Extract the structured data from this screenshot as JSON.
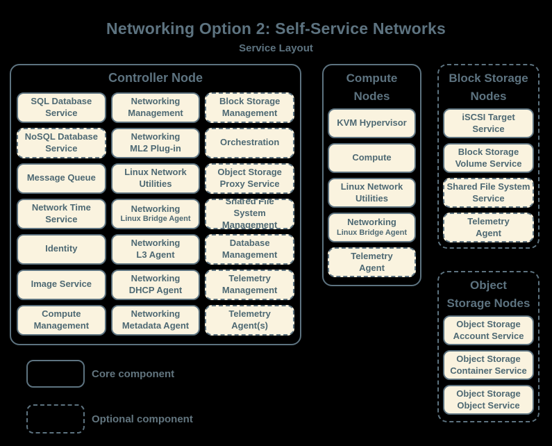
{
  "title": "Networking Option 2: Self-Service Networks",
  "subtitle": "Service Layout",
  "colors": {
    "background": "#000000",
    "line": "#5d7380",
    "box_fill": "#faf3df",
    "box_text": "#4e6973"
  },
  "groups": {
    "controller": {
      "label": "Controller Node",
      "style": "solid",
      "services": [
        {
          "label": "SQL Database\nService",
          "style": "solid"
        },
        {
          "label": "Networking\nManagement",
          "style": "solid"
        },
        {
          "label": "Block Storage\nManagement",
          "style": "dashed"
        },
        {
          "label": "NoSQL Database\nService",
          "style": "dashed"
        },
        {
          "label": "Networking\nML2 Plug-in",
          "style": "solid"
        },
        {
          "label": "Orchestration",
          "style": "dashed"
        },
        {
          "label": "Message Queue",
          "style": "solid"
        },
        {
          "label": "Linux Network\nUtilities",
          "style": "solid"
        },
        {
          "label": "Object Storage\nProxy Service",
          "style": "dashed"
        },
        {
          "label": "Network Time\nService",
          "style": "solid"
        },
        {
          "label": "Networking",
          "sub": "Linux Bridge Agent",
          "style": "solid"
        },
        {
          "label": "Shared File System\nManagement",
          "style": "dashed"
        },
        {
          "label": "Identity",
          "style": "solid"
        },
        {
          "label": "Networking\nL3 Agent",
          "style": "solid"
        },
        {
          "label": "Database\nManagement",
          "style": "dashed"
        },
        {
          "label": "Image Service",
          "style": "solid"
        },
        {
          "label": "Networking\nDHCP Agent",
          "style": "solid"
        },
        {
          "label": "Telemetry\nManagement",
          "style": "dashed"
        },
        {
          "label": "Compute\nManagement",
          "style": "solid"
        },
        {
          "label": "Networking\nMetadata Agent",
          "style": "solid"
        },
        {
          "label": "Telemetry\nAgent(s)",
          "style": "dashed"
        }
      ]
    },
    "compute": {
      "label": "Compute\nNodes",
      "style": "solid",
      "services": [
        {
          "label": "KVM Hypervisor",
          "style": "solid"
        },
        {
          "label": "Compute",
          "style": "solid"
        },
        {
          "label": "Linux Network\nUtilities",
          "style": "solid"
        },
        {
          "label": "Networking",
          "sub": "Linux Bridge Agent",
          "style": "solid"
        },
        {
          "label": "Telemetry\nAgent",
          "style": "dashed"
        }
      ]
    },
    "block_storage": {
      "label": "Block Storage\nNodes",
      "style": "dashed",
      "services": [
        {
          "label": "iSCSI Target\nService",
          "style": "solid"
        },
        {
          "label": "Block Storage\nVolume Service",
          "style": "solid"
        },
        {
          "label": "Shared File System\nService",
          "style": "dashed"
        },
        {
          "label": "Telemetry\nAgent",
          "style": "dashed"
        }
      ]
    },
    "object_storage": {
      "label": "Object\nStorage Nodes",
      "style": "dashed",
      "services": [
        {
          "label": "Object Storage\nAccount Service",
          "style": "solid"
        },
        {
          "label": "Object Storage\nContainer Service",
          "style": "solid"
        },
        {
          "label": "Object Storage\nObject Service",
          "style": "solid"
        }
      ]
    }
  },
  "legend": [
    {
      "label": "Core component",
      "style": "solid"
    },
    {
      "label": "Optional component",
      "style": "dashed"
    }
  ]
}
